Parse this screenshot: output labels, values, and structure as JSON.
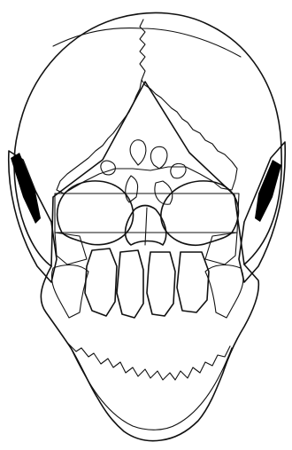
{
  "figure": {
    "subject": "skull-frontal-view-line-drawing",
    "colors": {
      "ink": "#111111",
      "background": "#ffffff",
      "stipple": "#555555",
      "hatch": "#222222",
      "solid": "#000000"
    },
    "regions": [
      {
        "name": "parietal-bone",
        "pattern": "fine-stipple"
      },
      {
        "name": "frontal-bone",
        "pattern": "dot-grid"
      },
      {
        "name": "sphenoid-wing-left",
        "pattern": "solid"
      },
      {
        "name": "sphenoid-wing-right",
        "pattern": "solid"
      },
      {
        "name": "temporal-region",
        "pattern": "cross-hatch"
      },
      {
        "name": "zygomatic-arch-band",
        "pattern": "light-stipple"
      },
      {
        "name": "maxilla-mandible",
        "pattern": "outline-only"
      }
    ]
  }
}
